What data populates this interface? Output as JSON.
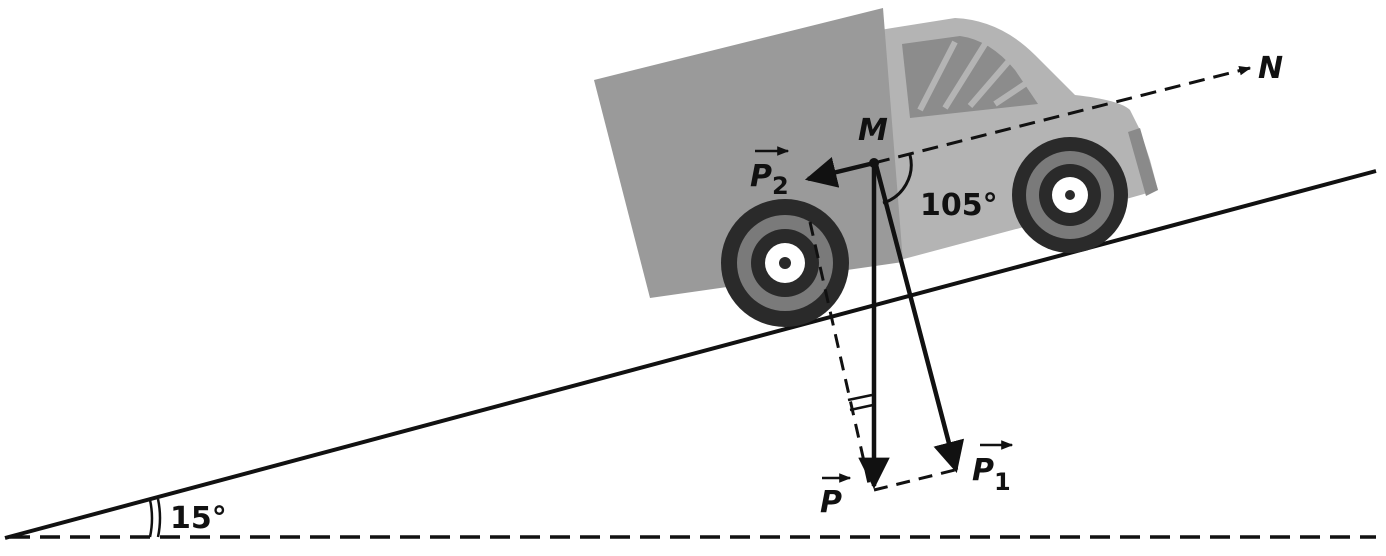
{
  "diagram": {
    "labels": {
      "point_m": "M",
      "direction_n": "N",
      "vector_p": "P",
      "vector_p1": "P",
      "vector_p1_sub": "1",
      "vector_p2": "P",
      "vector_p2_sub": "2",
      "angle_slope": "15°",
      "angle_mn": "105°"
    },
    "colors": {
      "ink": "#111111",
      "truck_body": "#9a9a9a",
      "truck_cab": "#b4b4b4",
      "tire": "#2a2a2a",
      "tire_ring": "#7a7a7a",
      "hub": "#ffffff"
    },
    "icons": [
      "truck-icon",
      "arrow-head-icon"
    ]
  }
}
